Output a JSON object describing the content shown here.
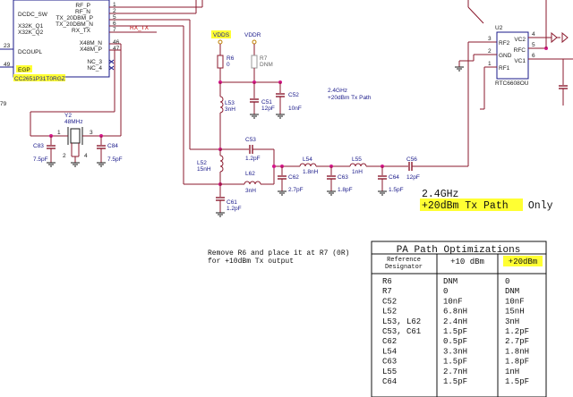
{
  "ic_left": {
    "pins_left": [
      {
        "name": "DCDC_SW"
      },
      {
        "name": "X32K_Q1"
      },
      {
        "name": "X32K_Q2"
      },
      {
        "num": "23",
        "name": "DCOUPL"
      },
      {
        "num": "49",
        "name": "EGP"
      }
    ],
    "pins_right": [
      {
        "num": "1",
        "name": "RF_P"
      },
      {
        "num": "2",
        "name": "RF_N"
      },
      {
        "num": "5",
        "name": "TX_20DBM_P"
      },
      {
        "num": "6",
        "name": "TX_20DBM_N"
      },
      {
        "num": "7",
        "name": "RX_TX"
      },
      {
        "num": "46",
        "name": "X48M_N"
      },
      {
        "num": "47",
        "name": "X48M_P"
      },
      {
        "name": "NC_3"
      },
      {
        "name": "NC_4"
      }
    ],
    "part": "CC2651P31T0RGZ",
    "net_rx_tx": "RX_TX",
    "side_number": "79"
  },
  "crystal": {
    "ref": "Y2",
    "value": "48MHz",
    "pins": [
      "1",
      "3",
      "2",
      "4"
    ]
  },
  "parts": {
    "c83": {
      "ref": "C83",
      "value": "7.5pF"
    },
    "c84": {
      "ref": "C84",
      "value": "7.5pF"
    },
    "r6": {
      "ref": "R6",
      "value": "0"
    },
    "r7": {
      "ref": "R7",
      "value": "DNM"
    },
    "l53": {
      "ref": "L53",
      "value": "3nH"
    },
    "c51": {
      "ref": "C51",
      "value": "12pF"
    },
    "c52": {
      "ref": "C52",
      "value": "10nF"
    },
    "l52": {
      "ref": "L52",
      "value": "15nH"
    },
    "c53": {
      "ref": "C53",
      "value": "1.2pF"
    },
    "l62": {
      "ref": "L62",
      "value": "3nH"
    },
    "c61": {
      "ref": "C61",
      "value": "1.2pF"
    },
    "c62": {
      "ref": "C62",
      "value": "2.7pF"
    },
    "l54": {
      "ref": "L54",
      "value": "1.8nH"
    },
    "c63": {
      "ref": "C63",
      "value": "1.8pF"
    },
    "l55": {
      "ref": "L55",
      "value": "1nH"
    },
    "c64": {
      "ref": "C64",
      "value": "1.5pF"
    },
    "c56": {
      "ref": "C56",
      "value": "12pF"
    }
  },
  "power": {
    "vdds": "VDDS",
    "vddr": "VDDR"
  },
  "path_note": {
    "line1": "2.4GHz",
    "line2": "+20dBm Tx Path"
  },
  "ic_right": {
    "ref": "U2",
    "part": "RTC6608OU",
    "pins_left": [
      {
        "num": "3",
        "name": "RF2"
      },
      {
        "num": "2",
        "name": "GND"
      },
      {
        "num": "1",
        "name": "RF1"
      }
    ],
    "pins_right": [
      {
        "num": "4",
        "name": "VC2"
      },
      {
        "num": "5",
        "name": "RFC"
      },
      {
        "num": "6",
        "name": "VC1"
      }
    ]
  },
  "big_label": {
    "line1": "2.4GHz",
    "highlight": "+20dBm Tx Path",
    "suffix": " Only"
  },
  "remove_note": {
    "line1": "Remove R6 and place it at R7 (0R)",
    "line2": "for +10dBm Tx output"
  },
  "table": {
    "title": "PA Path Optimizations",
    "headers": [
      "Reference\nDesignator",
      "+10 dBm",
      "+20dBm"
    ],
    "ref_header_line1": "Reference",
    "ref_header_line2": "Designator",
    "rows": [
      {
        "ref": "R6",
        "v10": "DNM",
        "v20": "0"
      },
      {
        "ref": "R7",
        "v10": "0",
        "v20": "DNM"
      },
      {
        "ref": "C52",
        "v10": "10nF",
        "v20": "10nF"
      },
      {
        "ref": "L52",
        "v10": "6.8nH",
        "v20": "15nH"
      },
      {
        "ref": "L53, L62",
        "v10": "2.4nH",
        "v20": "3nH"
      },
      {
        "ref": "C53, C61",
        "v10": "1.5pF",
        "v20": "1.2pF"
      },
      {
        "ref": "C62",
        "v10": "0.5pF",
        "v20": "2.7pF"
      },
      {
        "ref": "L54",
        "v10": "3.3nH",
        "v20": "1.8nH"
      },
      {
        "ref": "C63",
        "v10": "1.5pF",
        "v20": "1.8pF"
      },
      {
        "ref": "L55",
        "v10": "2.7nH",
        "v20": "1nH"
      },
      {
        "ref": "C64",
        "v10": "1.5pF",
        "v20": "1.5pF"
      }
    ]
  }
}
